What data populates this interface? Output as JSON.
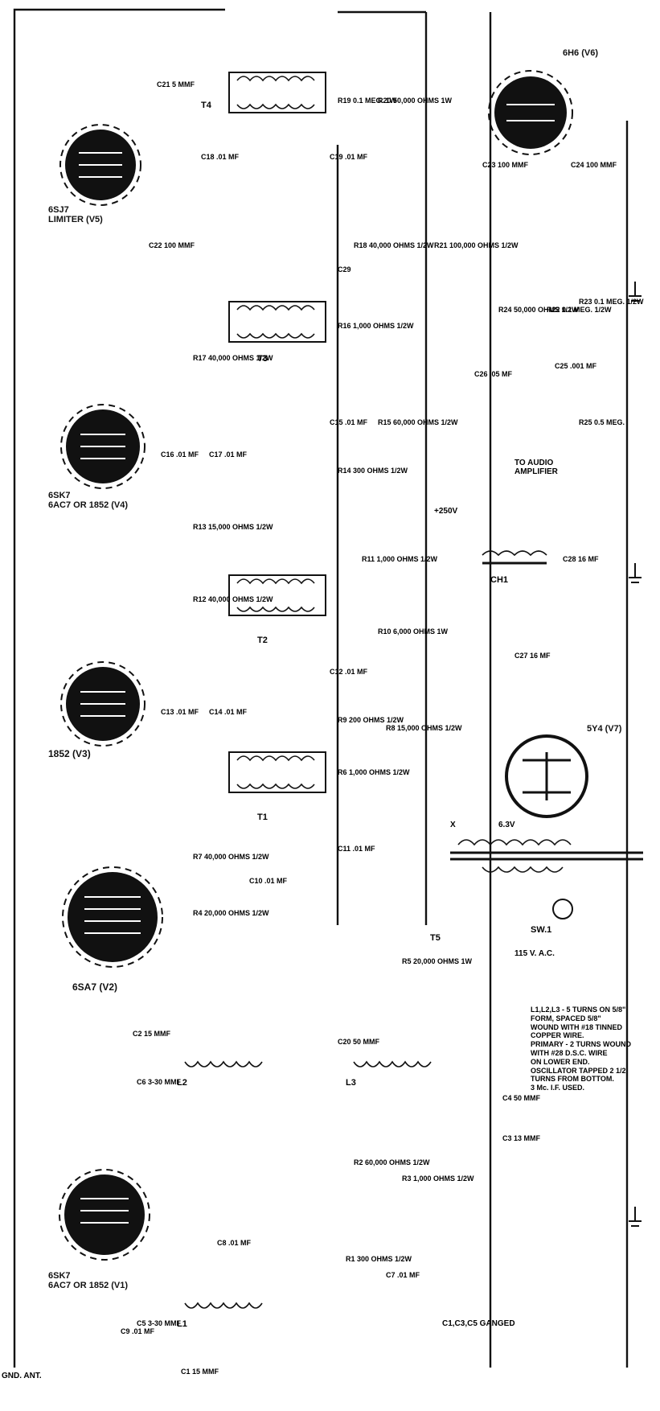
{
  "labels": {
    "v1_type": "6SK7",
    "v1_alt": "6AC7 OR 1852 (V1)",
    "v2_type": "6SA7",
    "v2_id": "(V2)",
    "v3_type": "1852",
    "v3_id": "(V3)",
    "v4_type": "6SK7",
    "v4_alt": "6AC7 OR 1852 (V4)",
    "v5_type": "6SJ7",
    "v5_alt": "LIMITER (V5)",
    "v6_type": "6H6",
    "v6_id": "(V6)",
    "v7_type": "5Y4",
    "v7_id": "(V7)",
    "ant": "ANT.",
    "gnd": "GND.",
    "c1": "C1 15 MMF",
    "c2": "C2 15 MMF",
    "c3": "C3 13 MMF",
    "c4": "C4 50 MMF",
    "c5": "C5 3-30 MMF",
    "c6": "C6 3-30 MMF",
    "c7": "C7 .01 MF",
    "c8": "C8 .01 MF",
    "c9": "C9 .01 MF",
    "c10": "C10 .01 MF",
    "c11": "C11 .01 MF",
    "c12": "C12 .01 MF",
    "c13": "C13 .01 MF",
    "c14": "C14 .01 MF",
    "c15": "C15 .01 MF",
    "c16": "C16 .01 MF",
    "c17": "C17 .01 MF",
    "c18": "C18 .01 MF",
    "c19": "C19 .01 MF",
    "c20": "C20 50 MMF",
    "c21": "C21 5 MMF",
    "c22": "C22 100 MMF",
    "c23": "C23 100 MMF",
    "c24": "C24 100 MMF",
    "c25": "C25 .001 MF",
    "c26": "C26 .05 MF",
    "c27": "C27 16 MF",
    "c28": "C28 16 MF",
    "c29": "C29",
    "r1": "R1 300 OHMS 1/2W",
    "r2": "R2 60,000 OHMS 1/2W",
    "r3": "R3 1,000 OHMS 1/2W",
    "r4": "R4 20,000 OHMS 1/2W",
    "r5": "R5 20,000 OHMS 1W",
    "r6": "R6 1,000 OHMS 1/2W",
    "r7": "R7 40,000 OHMS 1/2W",
    "r8": "R8 15,000 OHMS 1/2W",
    "r9": "R9 200 OHMS 1/2W",
    "r10": "R10 6,000 OHMS 1W",
    "r11": "R11 1,000 OHMS 1/2W",
    "r12": "R12 40,000 OHMS 1/2W",
    "r13": "R13 15,000 OHMS 1/2W",
    "r14": "R14 300 OHMS 1/2W",
    "r15": "R15 60,000 OHMS 1/2W",
    "r16": "R16 1,000 OHMS 1/2W",
    "r17": "R17 40,000 OHMS 1/2W",
    "r18": "R18 40,000 OHMS 1/2W",
    "r19": "R19 0.1 MEG. 1W",
    "r20": "R20 50,000 OHMS 1W",
    "r21": "R21 100,000 OHMS 1/2W",
    "r22": "R22 0.1 MEG. 1/2W",
    "r23": "R23 0.1 MEG. 1/2W",
    "r24": "R24 50,000 OHMS 1/2W",
    "r25": "R25 0.5 MEG.",
    "t1": "T1",
    "t2": "T2",
    "t3": "T3",
    "t4": "T4",
    "t5": "T5",
    "l1": "L1",
    "l2": "L2",
    "l3": "L3",
    "ch1": "CH1",
    "sw1": "SW.1",
    "b_plus": "+250V",
    "to_audio": "TO AUDIO AMPLIFIER",
    "line_in": "115 V. A.C.",
    "fil": "6.3V",
    "x": "X",
    "gang": "C1,C3,C5 GANGED",
    "note1": "L1,L2,L3 - 5 TURNS ON 5/8\" FORM, SPACED 5/8\"",
    "note2": "WOUND WITH #18 TINNED COPPER WIRE.",
    "note3": "PRIMARY - 2 TURNS WOUND WITH #28 D.S.C. WIRE",
    "note4": "ON LOWER END.",
    "note5": "OSCILLATOR TAPPED 2 1/2 TURNS FROM BOTTOM.",
    "note6": "3 Mc. I.F. USED."
  }
}
